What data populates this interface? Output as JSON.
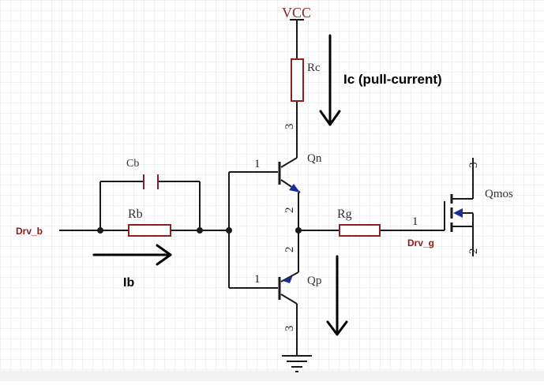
{
  "labels": {
    "vcc": "VCC",
    "rc": "Rc",
    "rb": "Rb",
    "cb": "Cb",
    "rg": "Rg",
    "qn": "Qn",
    "qp": "Qp",
    "qmos": "Qmos",
    "drv_b": "Drv_b",
    "drv_g": "Drv_g"
  },
  "pins": {
    "qn_base": "1",
    "qn_emitter": "2",
    "qn_collector": "3",
    "qp_base": "1",
    "qp_emitter": "2",
    "qp_collector": "3",
    "mos_gate": "1",
    "mos_drain": "3",
    "mos_source": "2"
  },
  "annotations": {
    "ic": "Ic (pull-current)",
    "ib": "Ib"
  },
  "colors": {
    "wire": "#1a1a1a",
    "component": "#8b2020",
    "net_label": "#8b1a1a",
    "pin_number": "#222222",
    "arrow_fill": "#1a2f9e",
    "grid": "#e4e4e4",
    "annotation": "#000000"
  }
}
